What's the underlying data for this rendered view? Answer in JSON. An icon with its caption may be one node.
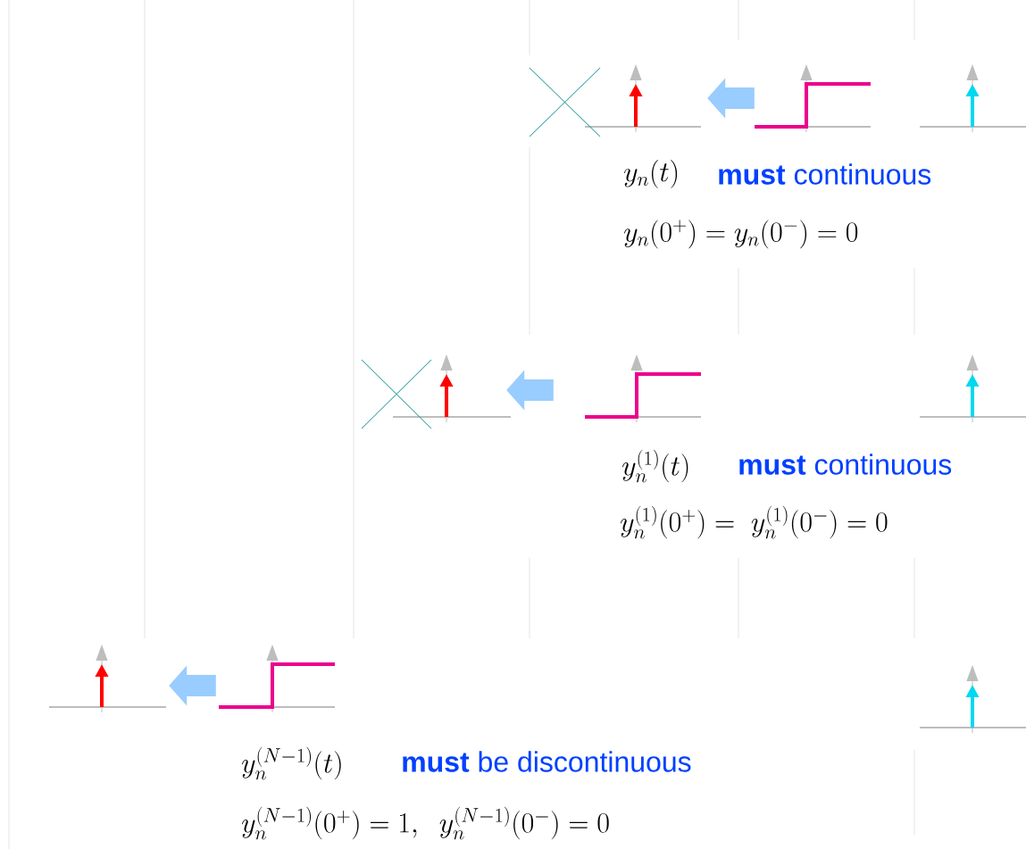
{
  "diagram": {
    "nodes": [
      {
        "text": [],
        "shape": "picture"
      },
      {
        "text": [],
        "shape": "picture"
      },
      {
        "text": [],
        "shape": "picture"
      },
      {
        "text": [],
        "shape": "picture"
      },
      {
        "text": [],
        "shape": "picture"
      },
      {
        "text": [],
        "shape": "picture"
      },
      {
        "text": [],
        "shape": "picture"
      },
      {
        "text": [],
        "shape": "picture"
      },
      {
        "text": [],
        "shape": "picture"
      }
    ],
    "edges": [
      {
        "from": 1,
        "to": 0,
        "arrow": "to"
      },
      {
        "from": 4,
        "to": 3,
        "arrow": "to"
      },
      {
        "from": 7,
        "to": 6,
        "arrow": "to"
      }
    ],
    "labels": [
      "y_n(t)",
      "**must** continuous",
      "y_n(0^+) = y_n(0^-) = 0",
      "y_n^{(1)}(t)",
      "**must** continuous",
      "y_n^{(1)}(0^+) =\\ y_n^{(1)}(0^-) = 0",
      "y_n^{(N-1)}(t)",
      "**must** be discontinuous",
      "y_n^{(N-1)}(0^+) = 1,\\ \\ y_n^{(N-1)}(0^-) = 0"
    ]
  }
}
